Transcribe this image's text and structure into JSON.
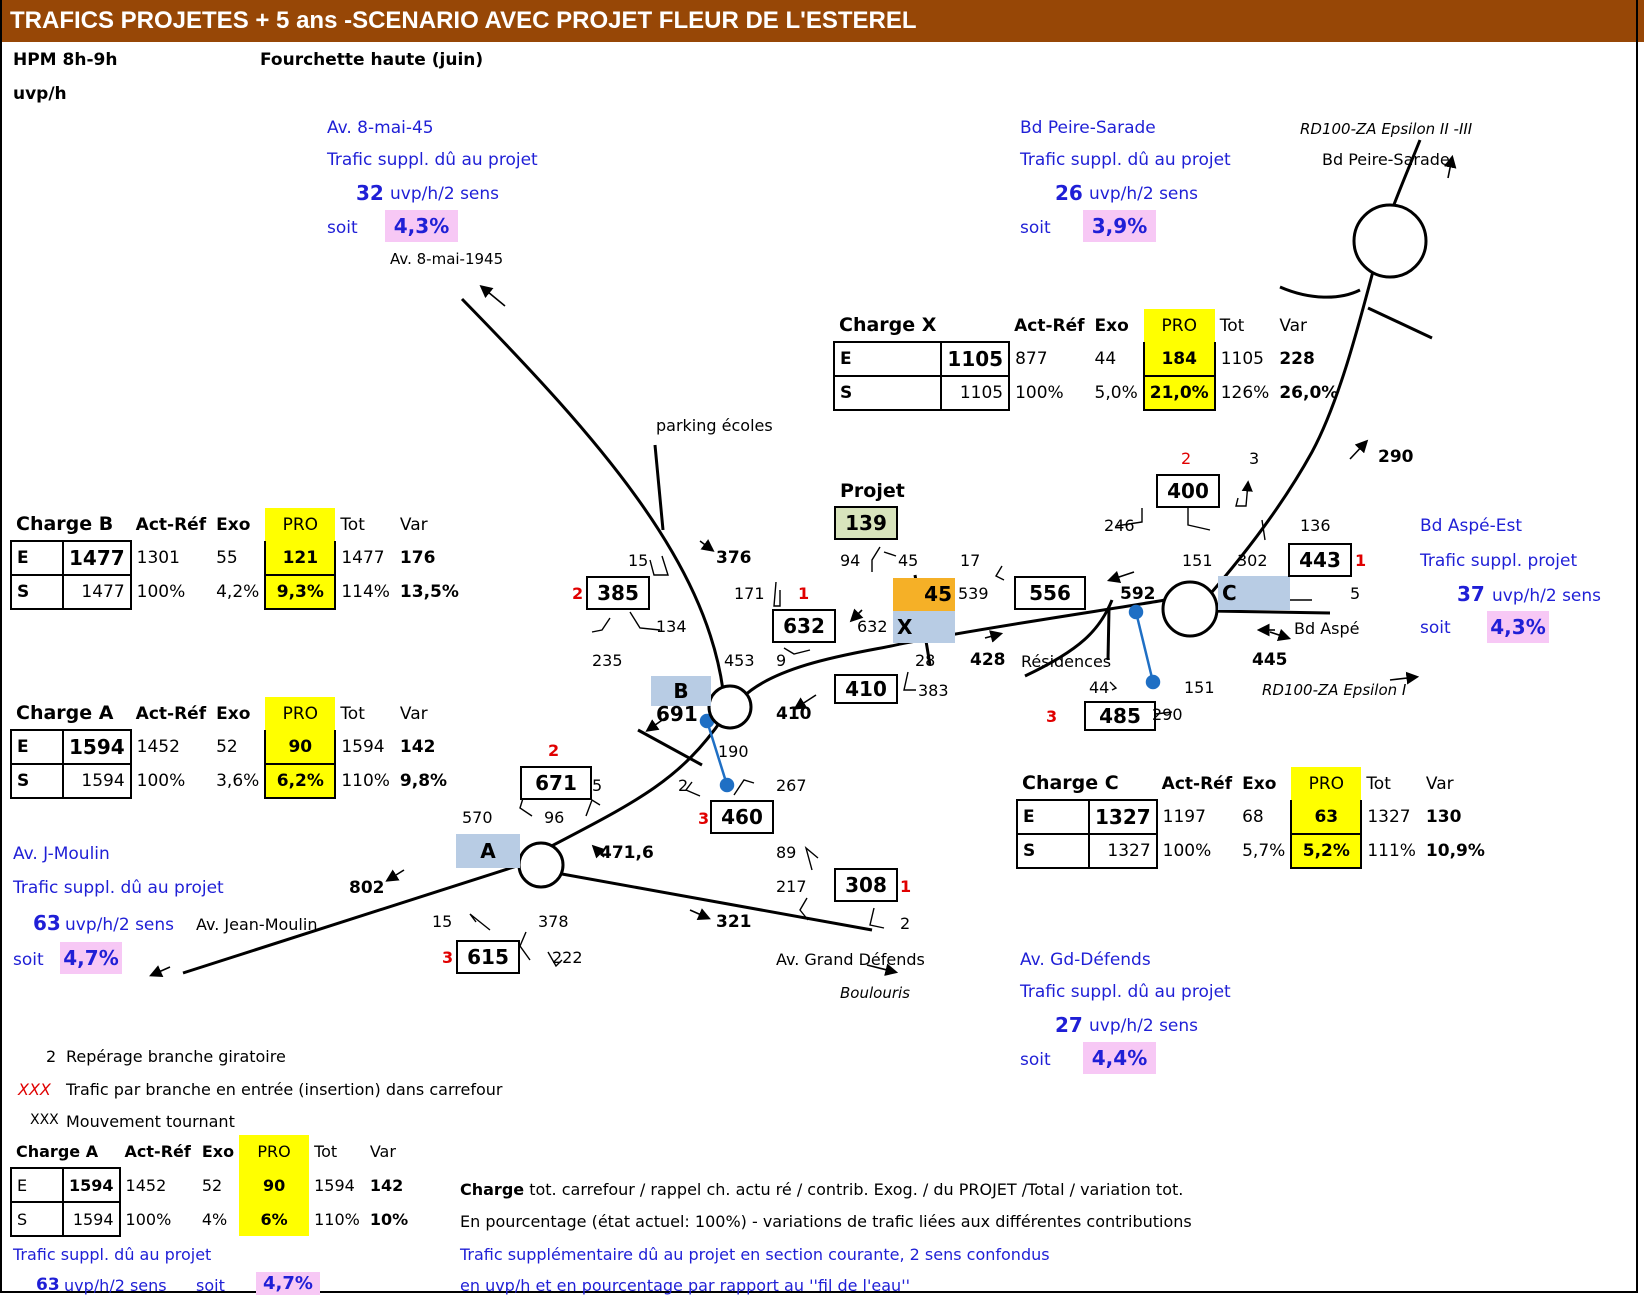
{
  "title": "TRAFICS PROJETES + 5 ans -SCENARIO AVEC PROJET FLEUR DE L'ESTEREL",
  "header": {
    "period": "HPM 8h-9h",
    "unit": "uvp/h",
    "range": "Fourchette haute (juin)"
  },
  "cols": {
    "act": "Act-Réf",
    "exo": "Exo",
    "pro": "PRO",
    "tot": "Tot",
    "var": "Var",
    "e": "E",
    "s": "S"
  },
  "charges": {
    "x": {
      "name": "Charge X",
      "e": [
        "1105",
        "877",
        "44",
        "184",
        "1105",
        "228"
      ],
      "s": [
        "1105",
        "100%",
        "5,0%",
        "21,0%",
        "126%",
        "26,0%"
      ]
    },
    "b": {
      "name": "Charge B",
      "e": [
        "1477",
        "1301",
        "55",
        "121",
        "1477",
        "176"
      ],
      "s": [
        "1477",
        "100%",
        "4,2%",
        "9,3%",
        "114%",
        "13,5%"
      ]
    },
    "a": {
      "name": "Charge A",
      "e": [
        "1594",
        "1452",
        "52",
        "90",
        "1594",
        "142"
      ],
      "s": [
        "1594",
        "100%",
        "3,6%",
        "6,2%",
        "110%",
        "9,8%"
      ]
    },
    "c": {
      "name": "Charge C",
      "e": [
        "1327",
        "1197",
        "68",
        "63",
        "1327",
        "130"
      ],
      "s": [
        "1327",
        "100%",
        "5,7%",
        "5,2%",
        "111%",
        "10,9%"
      ]
    },
    "legend": {
      "name": "Charge A",
      "e": [
        "1594",
        "1452",
        "52",
        "90",
        "1594",
        "142"
      ],
      "s": [
        "1594",
        "100%",
        "4%",
        "6%",
        "110%",
        "10%"
      ]
    }
  },
  "info": {
    "mai": {
      "name": "Av. 8-mai-45",
      "label": "Trafic suppl. dû au projet",
      "value": "32",
      "unit": "uvp/h/2 sens",
      "soit": "soit",
      "pct": "4,3%"
    },
    "peire": {
      "name": "Bd Peire-Sarade",
      "label": "Trafic suppl. dû au projet",
      "value": "26",
      "unit": "uvp/h/2 sens",
      "soit": "soit",
      "pct": "3,9%"
    },
    "aspe": {
      "name": "Bd Aspé-Est",
      "label": "Trafic suppl. projet",
      "value": "37",
      "unit": "uvp/h/2 sens",
      "soit": "soit",
      "pct": "4,3%"
    },
    "moulin": {
      "name": "Av. J-Moulin",
      "label": "Trafic suppl. dû au projet",
      "value": "63",
      "unit": "uvp/h/2 sens",
      "soit": "soit",
      "pct": "4,7%"
    },
    "gd": {
      "name": "Av. Gd-Défends",
      "label": "Trafic suppl. dû au projet",
      "value": "27",
      "unit": "uvp/h/2 sens",
      "soit": "soit",
      "pct": "4,4%"
    }
  },
  "roads": {
    "mai1945": "Av. 8-mai-1945",
    "rd100_top": "RD100-ZA Epsilon II -III",
    "peire": "Bd Peire-Sarade",
    "parking": "parking écoles",
    "projet": "Projet",
    "residences": "Résidences",
    "bd_aspe": "Bd Aspé",
    "rd100_1": "RD100-ZA Epsilon I",
    "jean_moulin": "Av. Jean-Moulin",
    "grand_defends": "Av. Grand Défends",
    "boulouris": "Boulouris"
  },
  "nodes": {
    "a": "A",
    "b": "B",
    "c": "C",
    "x": "X"
  },
  "boxes": {
    "b400": "400",
    "b443": "443",
    "b556": "556",
    "b385": "385",
    "b632": "632",
    "b410": "410",
    "b485": "485",
    "b671": "671",
    "b460": "460",
    "b308": "308",
    "b615": "615",
    "projet": "139",
    "orange": "45",
    "b691": "691"
  },
  "nums": {
    "n2a": "2",
    "n3a": "3",
    "n290": "290",
    "n246": "246",
    "n151a": "151",
    "n302": "302",
    "n136": "136",
    "n1c": "1",
    "n5c": "5",
    "n592": "592",
    "n17": "17",
    "n539": "539",
    "n94": "94",
    "n45a": "45",
    "n632b": "632",
    "n28": "28",
    "n383": "383",
    "n428": "428",
    "n445": "445",
    "n15a": "15",
    "n376": "376",
    "n171": "171",
    "n1b": "1",
    "n2b": "2",
    "n134": "134",
    "n235": "235",
    "n453": "453",
    "n9": "9",
    "n410b": "410",
    "n44": "44",
    "n151b": "151",
    "n290b": "290",
    "n3c": "3",
    "n2d": "2",
    "n570": "570",
    "n96": "96",
    "n5d": "5",
    "n190": "190",
    "n2e": "2",
    "n267": "267",
    "n3e": "3",
    "n471": "471,6",
    "n802": "802",
    "n89": "89",
    "n217": "217",
    "n1f": "1",
    "n321": "321",
    "n2f": "2",
    "n15b": "15",
    "n378": "378",
    "n3f": "3",
    "n222": "222"
  },
  "legend": {
    "num": "2",
    "rep": "Repérage branche  giratoire",
    "xxx_red": "XXX",
    "trafic": "Trafic par branche en entrée (insertion) dans carrefour",
    "xxx_black": "XXX",
    "mvt": "Mouvement tournant",
    "charge_b": "Charge",
    "charge_rest": " tot. carrefour / rappel ch. actu ré / contrib. Exog. / du PROJET  /Total / variation tot.",
    "pct_line": "En pourcentage (état actuel: 100%) - variations de trafic liées aux différentes contributions",
    "supp_label": "Trafic suppl. dû au projet",
    "supp_value": "63",
    "supp_unit": "uvp/h/2 sens",
    "supp_soit": "soit",
    "supp_pct": "4,7%",
    "line1": "Trafic supplémentaire dû au projet en section courante, 2 sens confondus",
    "line2": "en uvp/h et en pourcentage par rapport au ''fil de l'eau''"
  },
  "colors": {
    "title_bg": "#974706",
    "yellow": "#ffff00",
    "pink": "#f7c8f5",
    "node_blue": "#b8cce4",
    "orange": "#f5b027",
    "projet": "#d8e4bc",
    "info_blue": "#1f1fd6"
  }
}
